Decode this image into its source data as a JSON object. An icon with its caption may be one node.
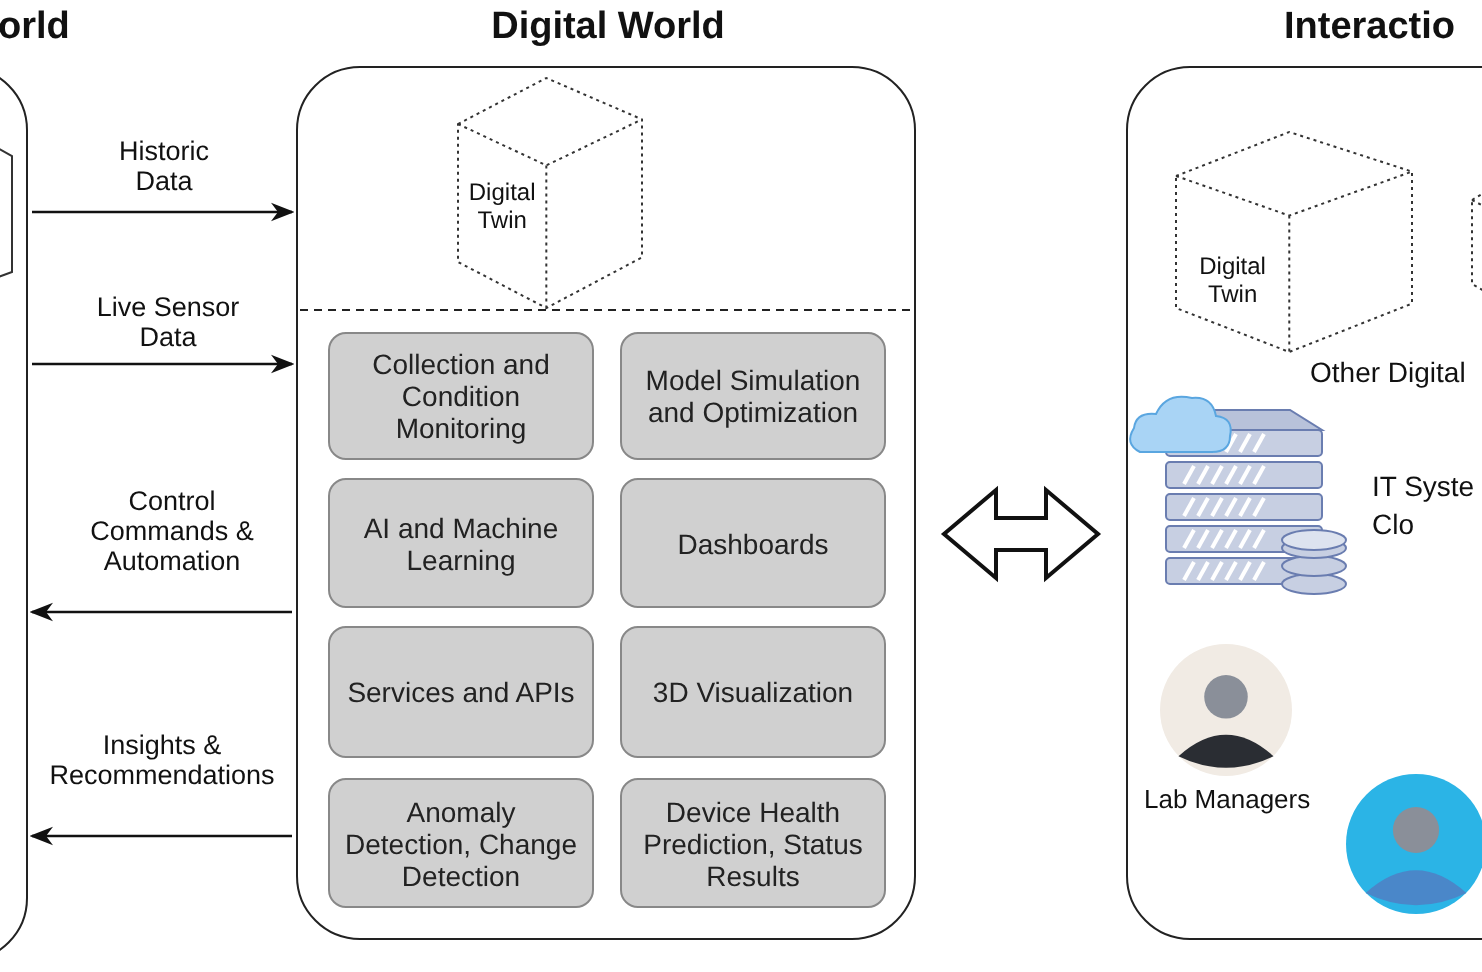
{
  "diagram": {
    "nodes": [
      {
        "text": [
          "orld"
        ]
      },
      {
        "text": [
          "Digital World"
        ]
      },
      {
        "text": [
          "Digital Twin"
        ],
        "in": 1
      },
      {
        "text": [
          "Collection and Condition Monitoring"
        ],
        "in": 1
      },
      {
        "text": [
          "Model Simulation and Optimization"
        ],
        "in": 1
      },
      {
        "text": [
          "AI and Machine Learning"
        ],
        "in": 1
      },
      {
        "text": [
          "Dashboards"
        ],
        "in": 1
      },
      {
        "text": [
          "Services and APIs"
        ],
        "in": 1
      },
      {
        "text": [
          "3D Visualization"
        ],
        "in": 1
      },
      {
        "text": [
          "Anomaly Detection, Change Detection"
        ],
        "in": 1
      },
      {
        "text": [
          "Device Health Prediction, Status Results"
        ],
        "in": 1
      },
      {
        "text": [
          "Interactio"
        ]
      },
      {
        "text": [
          "Digital Twin"
        ],
        "in": 11
      },
      {
        "text": [],
        "shape": "box",
        "in": 11
      }
    ],
    "edges": [
      {
        "from": 0,
        "to": 1,
        "label": "Historic Data",
        "arrow": "to"
      },
      {
        "from": 0,
        "to": 1,
        "label": "Live Sensor Data",
        "arrow": "to"
      },
      {
        "from": 1,
        "to": 0,
        "label": "Control Commands & Automation",
        "arrow": "to"
      },
      {
        "from": 1,
        "to": 0,
        "label": "Insights & Recommendations",
        "arrow": "to"
      },
      {
        "from": 1,
        "to": 11,
        "arrow": "both",
        "style": "thick"
      }
    ],
    "labels": [
      "Other Digital",
      "IT Syste Clo",
      "Lab Managers"
    ]
  }
}
